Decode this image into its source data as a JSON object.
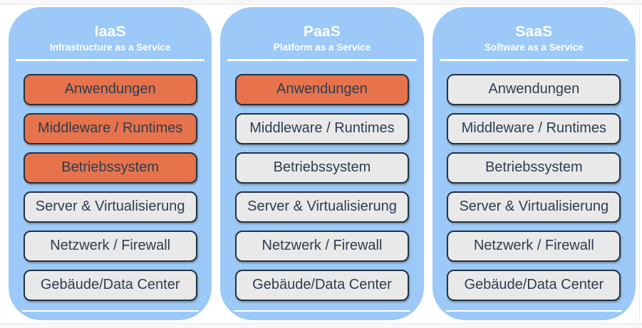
{
  "colors": {
    "column_bg": "#9CC9F7",
    "highlight_bg": "#E6734C",
    "neutral_bg": "#E9E9E9",
    "box_border": "#25313C",
    "box_text": "#2E3D4F",
    "title_text": "#FFFFFF"
  },
  "columns": [
    {
      "id": "iaas",
      "title": "IaaS",
      "subtitle": "Infrastructure as a Service",
      "layers": [
        {
          "label": "Anwendungen",
          "highlighted": true
        },
        {
          "label": "Middleware / Runtimes",
          "highlighted": true
        },
        {
          "label": "Betriebssystem",
          "highlighted": true
        },
        {
          "label": "Server & Virtualisierung",
          "highlighted": false
        },
        {
          "label": "Netzwerk / Firewall",
          "highlighted": false
        },
        {
          "label": "Gebäude/Data Center",
          "highlighted": false
        }
      ]
    },
    {
      "id": "paas",
      "title": "PaaS",
      "subtitle": "Platform as a Service",
      "layers": [
        {
          "label": "Anwendungen",
          "highlighted": true
        },
        {
          "label": "Middleware / Runtimes",
          "highlighted": false
        },
        {
          "label": "Betriebssystem",
          "highlighted": false
        },
        {
          "label": "Server & Virtualisierung",
          "highlighted": false
        },
        {
          "label": "Netzwerk / Firewall",
          "highlighted": false
        },
        {
          "label": "Gebäude/Data Center",
          "highlighted": false
        }
      ]
    },
    {
      "id": "saas",
      "title": "SaaS",
      "subtitle": "Software as a Service",
      "layers": [
        {
          "label": "Anwendungen",
          "highlighted": false
        },
        {
          "label": "Middleware / Runtimes",
          "highlighted": false
        },
        {
          "label": "Betriebssystem",
          "highlighted": false
        },
        {
          "label": "Server & Virtualisierung",
          "highlighted": false
        },
        {
          "label": "Netzwerk / Firewall",
          "highlighted": false
        },
        {
          "label": "Gebäude/Data Center",
          "highlighted": false
        }
      ]
    }
  ]
}
